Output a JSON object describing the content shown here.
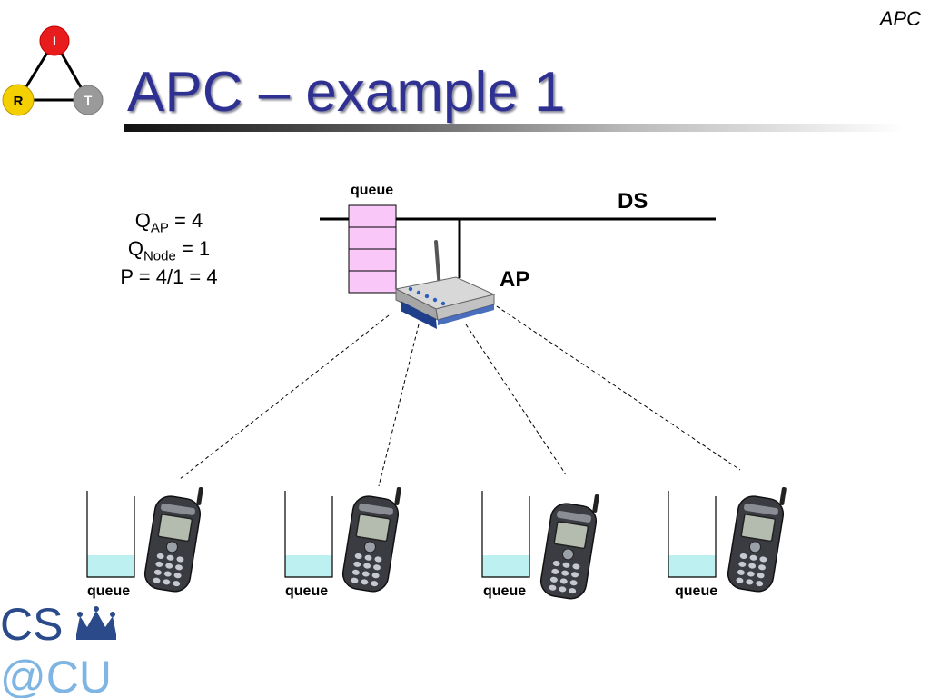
{
  "header": {
    "tag": "APC"
  },
  "title": "APC – example 1",
  "formulas": {
    "q_ap": {
      "symbol": "Q",
      "sub": "AP",
      "rest": " = 4"
    },
    "q_node": {
      "symbol": "Q",
      "sub": "Node",
      "rest": " = 1"
    },
    "p": "P = 4/1 = 4"
  },
  "labels": {
    "ap_queue": "queue",
    "ds": "DS",
    "ap": "AP"
  },
  "node_queues": [
    "queue",
    "queue",
    "queue",
    "queue"
  ],
  "logo": {
    "triangle": [
      "I",
      "R",
      "T"
    ],
    "cs": "CS",
    "cu": "@CU",
    "colors": {
      "I": "#e81c1c",
      "R": "#f5d000",
      "T": "#9a9a9a",
      "logo_blue": "#2a4a8a",
      "cu_blue": "#7fb5e3"
    }
  },
  "colors": {
    "title": "#2e3192",
    "ap_queue_fill": "#f9c8f9",
    "node_queue_fill": "#bdf0f0"
  }
}
